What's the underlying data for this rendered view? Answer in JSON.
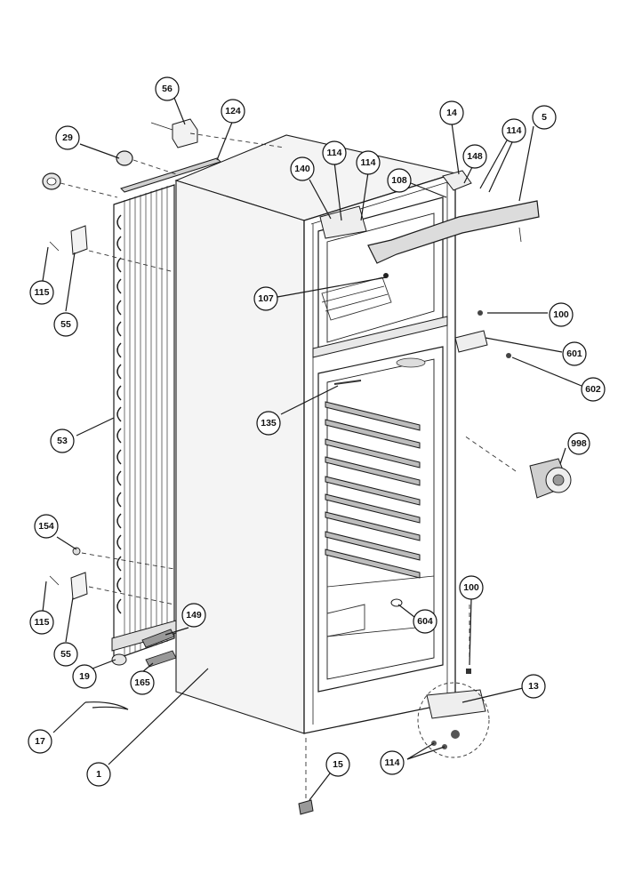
{
  "callouts": [
    {
      "id": "c56",
      "text": "56"
    },
    {
      "id": "c124",
      "text": "124"
    },
    {
      "id": "c29",
      "text": "29"
    },
    {
      "id": "c14",
      "text": "14"
    },
    {
      "id": "c5",
      "text": "5"
    },
    {
      "id": "c114a",
      "text": "114"
    },
    {
      "id": "c114b",
      "text": "114"
    },
    {
      "id": "c114c",
      "text": "114"
    },
    {
      "id": "c148",
      "text": "148"
    },
    {
      "id": "c140",
      "text": "140"
    },
    {
      "id": "c108",
      "text": "108"
    },
    {
      "id": "c115a",
      "text": "115"
    },
    {
      "id": "c55a",
      "text": "55"
    },
    {
      "id": "c107",
      "text": "107"
    },
    {
      "id": "c100a",
      "text": "100"
    },
    {
      "id": "c601",
      "text": "601"
    },
    {
      "id": "c602",
      "text": "602"
    },
    {
      "id": "c135",
      "text": "135"
    },
    {
      "id": "c53",
      "text": "53"
    },
    {
      "id": "c998",
      "text": "998"
    },
    {
      "id": "c154",
      "text": "154"
    },
    {
      "id": "c115b",
      "text": "115"
    },
    {
      "id": "c55b",
      "text": "55"
    },
    {
      "id": "c149",
      "text": "149"
    },
    {
      "id": "c100b",
      "text": "100"
    },
    {
      "id": "c604",
      "text": "604"
    },
    {
      "id": "c19",
      "text": "19"
    },
    {
      "id": "c165",
      "text": "165"
    },
    {
      "id": "c13",
      "text": "13"
    },
    {
      "id": "c17",
      "text": "17"
    },
    {
      "id": "c1",
      "text": "1"
    },
    {
      "id": "c15",
      "text": "15"
    },
    {
      "id": "c114d",
      "text": "114"
    }
  ]
}
